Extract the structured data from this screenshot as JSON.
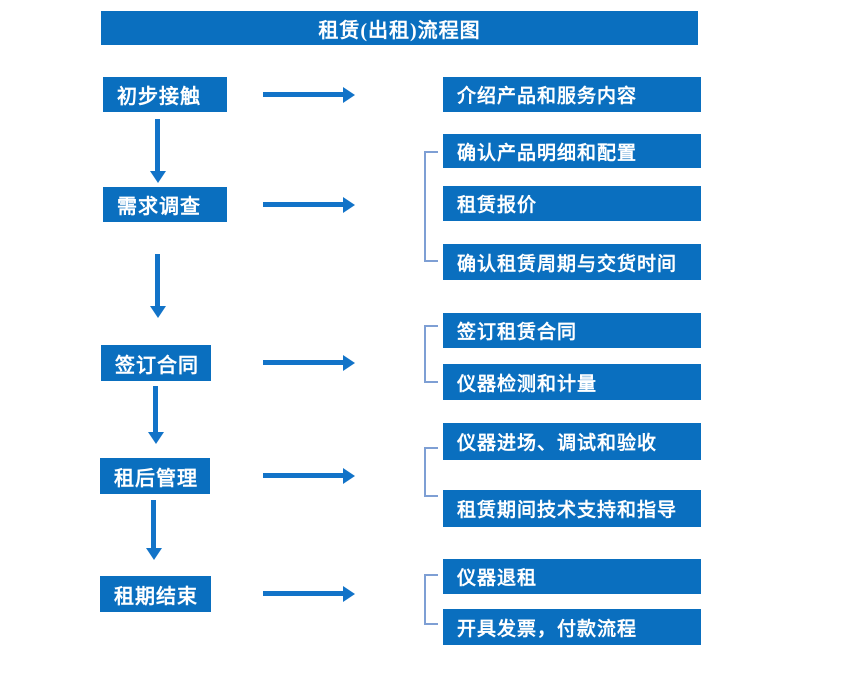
{
  "title": "租赁(出租)流程图",
  "colors": {
    "box_blue": "#0a6fbf",
    "arrow_blue": "#1273c8",
    "bracket_blue": "#7e9fd4"
  },
  "stages": [
    {
      "step": "初步接触",
      "details": [
        "介绍产品和服务内容"
      ]
    },
    {
      "step": "需求调查",
      "details": [
        "确认产品明细和配置",
        "租赁报价",
        "确认租赁周期与交货时间"
      ]
    },
    {
      "step": "签订合同",
      "details": [
        "签订租赁合同",
        "仪器检测和计量"
      ]
    },
    {
      "step": "租后管理",
      "details": [
        "仪器进场、调试和验收",
        "租赁期间技术支持和指导"
      ]
    },
    {
      "step": "租期结束",
      "details": [
        "仪器退租",
        "开具发票，付款流程"
      ]
    }
  ]
}
